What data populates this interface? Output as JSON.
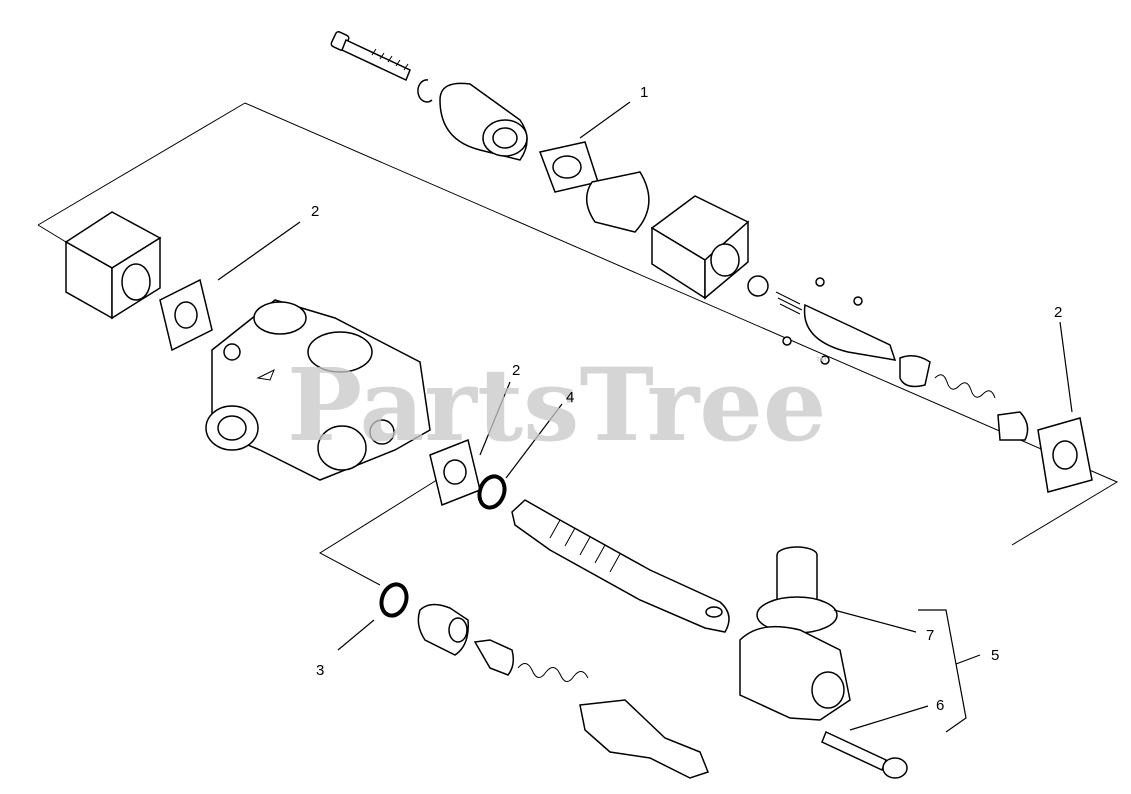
{
  "watermark": {
    "text": "PartsTree",
    "trademark": "™"
  },
  "callouts": {
    "c1": "1",
    "c2a": "2",
    "c2b": "2",
    "c2c": "2",
    "c3": "3",
    "c4": "4",
    "c5": "5",
    "c6": "6",
    "c7": "7"
  }
}
